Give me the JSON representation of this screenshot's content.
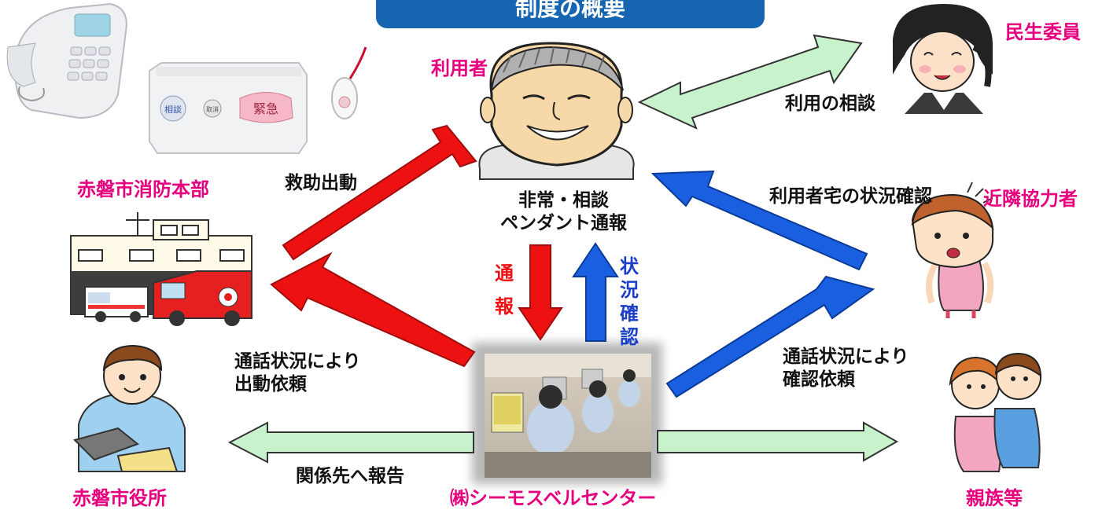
{
  "title": "制度の概要",
  "nodes": {
    "user": "利用者",
    "fire_dept": "赤磐市消防本部",
    "city_hall": "赤磐市役所",
    "center": "㈱シーモスベルセンター",
    "welfare_commissioner": "民生委員",
    "neighbor": "近隣協力者",
    "relatives": "親族等"
  },
  "pendant_caption": [
    "非常・相談",
    "ペンダント通報"
  ],
  "edges": {
    "rescue": "救助出動",
    "dispatch_request": [
      "通話状況により",
      "出動依頼"
    ],
    "report": "関係先へ報告",
    "consult": "利用の相談",
    "home_check": "利用者宅の状況確認",
    "confirm_request": [
      "通話状況により",
      "確認依頼"
    ],
    "tsuuhou": [
      "通",
      "報"
    ],
    "status_check": [
      "状",
      "況",
      "確",
      "認"
    ]
  },
  "device_labels": {
    "consult": "相談",
    "cancel": "取消",
    "emergency": "緊急"
  },
  "colors": {
    "red": "#ee1111",
    "blue": "#1a5fe0",
    "green": "#c7f2cc",
    "pink": "#e6007e",
    "title_bg": "#1565b0"
  }
}
